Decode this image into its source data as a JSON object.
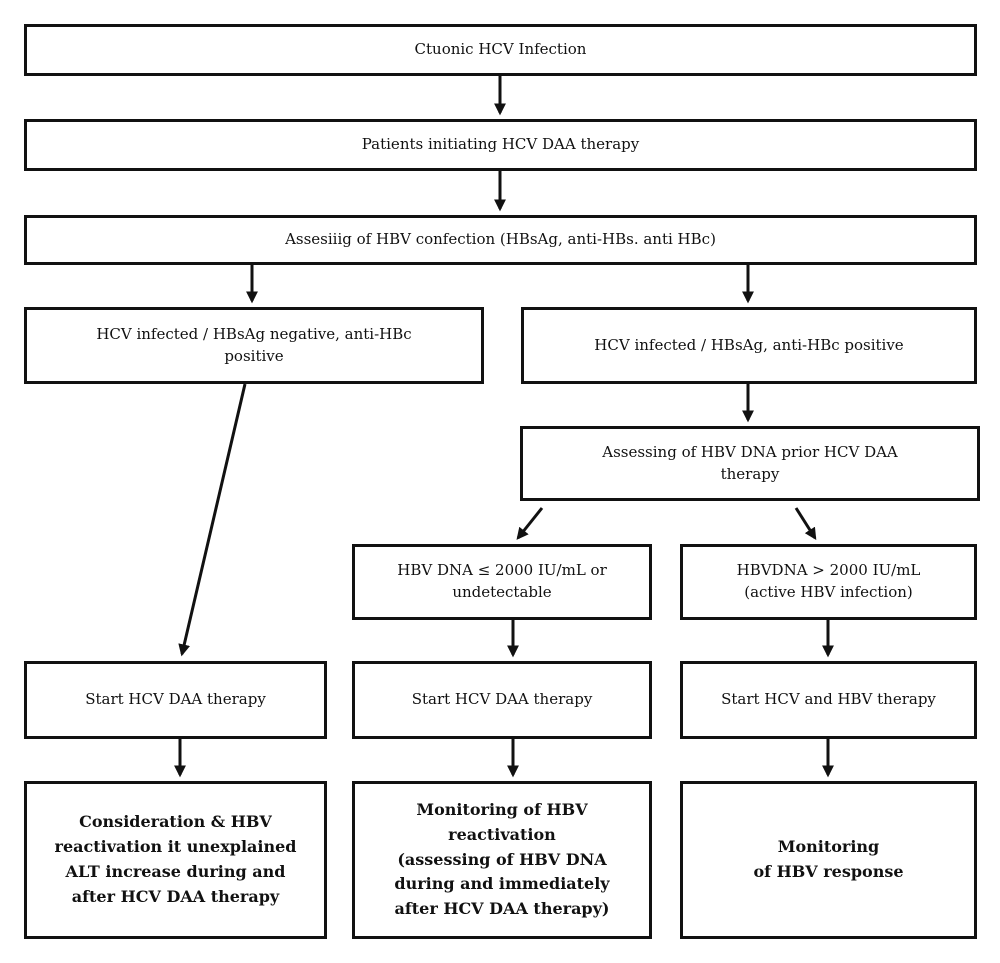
{
  "flowchart": {
    "chronic_infection": "Ctuonic HCV Infection",
    "initiating_therapy": "Patients initiating HCV DAA therapy",
    "assessing_coinfection": "Assesiiig of HBV confection (HBsAg, anti-HBs. anti HBc)",
    "left_branch": {
      "condition": [
        "HCV infected / HBsAg negative, anti-HBc",
        "positive"
      ],
      "start": "Start HCV DAA therapy",
      "outcome": [
        "Consideration & HBV",
        "reactivation it unexplained",
        "ALT increase during and",
        "after HCV DAA therapy"
      ]
    },
    "right_branch": {
      "condition": "HCV infected / HBsAg, anti-HBc positive",
      "assess_dna": [
        "Assessing of HBV DNA prior HCV DAA",
        "therapy"
      ],
      "low_dna": {
        "condition": [
          "HBV DNA ≤ 2000 IU/mL or",
          "undetectable"
        ],
        "start": "Start HCV DAA therapy",
        "outcome": [
          "Monitoring of HBV",
          "reactivation",
          "(assessing of HBV DNA",
          "during and immediately",
          "after HCV DAA therapy)"
        ]
      },
      "high_dna": {
        "condition": [
          "HBVDNA > 2000 IU/mL",
          "(active HBV infection)"
        ],
        "start": "Start HCV  and HBV therapy",
        "outcome": [
          "Monitoring",
          "of HBV response"
        ]
      }
    }
  }
}
